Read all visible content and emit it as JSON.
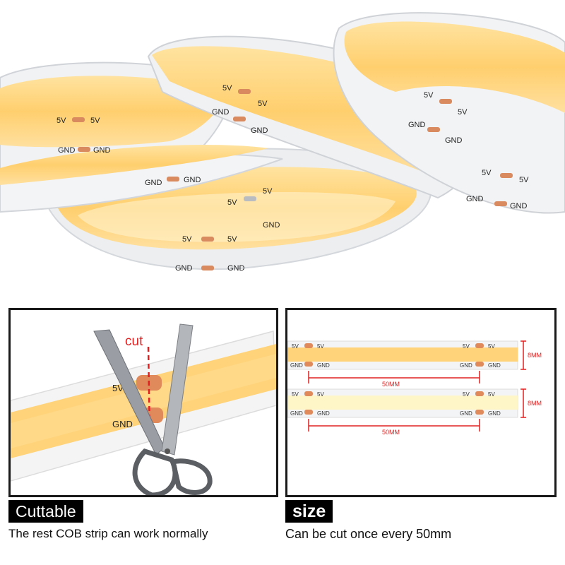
{
  "hero": {
    "pad_labels": {
      "positive": "5V",
      "ground": "GND"
    }
  },
  "cut_panel": {
    "cut_label": "cut",
    "pad_positive": "5V",
    "pad_ground": "GND",
    "tag": "Cuttable",
    "caption": "The rest COB strip can work normally"
  },
  "size_panel": {
    "strip_warm": {
      "pad_positive": "5V",
      "pad_ground": "GND",
      "width_label": "8MM",
      "length_label": "50MM"
    },
    "strip_cool": {
      "pad_positive": "5V",
      "pad_ground": "GND",
      "width_label": "8MM",
      "length_label": "50MM"
    },
    "tag": "size",
    "caption": "Can be cut once every 50mm"
  },
  "colors": {
    "warm_led": "#ffd37a",
    "cool_led": "#fff6c8",
    "pad": "#e0895a",
    "strip": "#f3f4f6",
    "dimension_red": "#e02020"
  }
}
